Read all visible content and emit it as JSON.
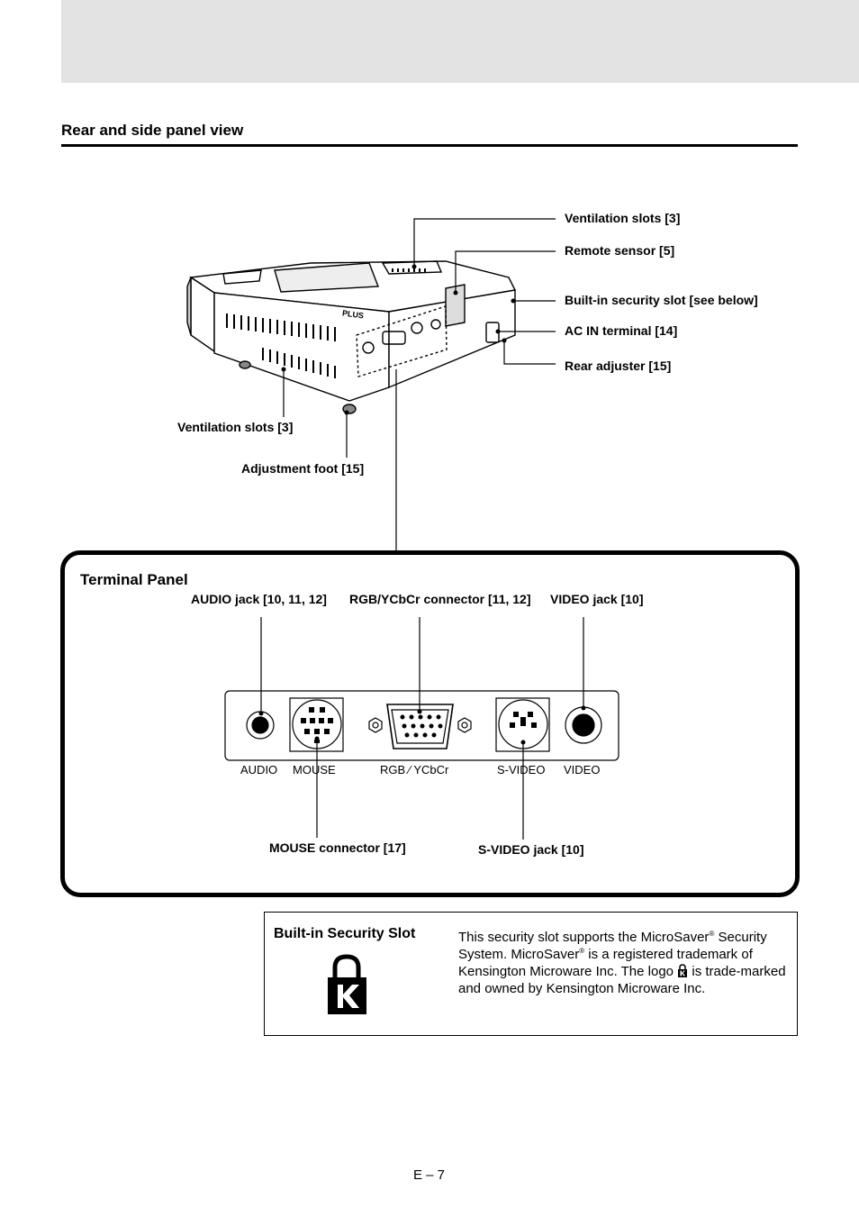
{
  "section_title": "Rear and side panel view",
  "projector_callouts": {
    "ventilation_top": "Ventilation slots [3]",
    "remote_sensor": "Remote sensor [5]",
    "security_slot": "Built-in security slot [see below]",
    "ac_in": "AC IN terminal [14]",
    "rear_adjuster": "Rear adjuster [15]",
    "ventilation_side": "Ventilation slots [3]",
    "adjustment_foot": "Adjustment foot [15]"
  },
  "projector_body_text": "PLUS",
  "terminal_panel": {
    "title": "Terminal Panel",
    "callouts": {
      "audio": "AUDIO jack [10, 11, 12]",
      "rgb": "RGB/YCbCr connector [11, 12]",
      "video": "VIDEO jack [10]",
      "mouse": "MOUSE connector [17]",
      "svideo": "S-VIDEO jack [10]"
    },
    "port_labels": {
      "audio": "AUDIO",
      "mouse": "MOUSE",
      "rgb": "RGB ⁄ YCbCr",
      "svideo": "S-VIDEO",
      "video": "VIDEO"
    }
  },
  "security": {
    "title": "Built-in Security Slot",
    "text_1": "This security slot supports the MicroSaver",
    "reg_mark": "®",
    "text_2": " Security System. MicroSaver",
    "text_3": " is a registered trademark of Kensington Microware Inc. The logo ",
    "text_4": " is trade-marked and owned by Kensington Microware Inc.",
    "logo_icon": "kensington-lock-icon"
  },
  "page_number": "E – 7"
}
